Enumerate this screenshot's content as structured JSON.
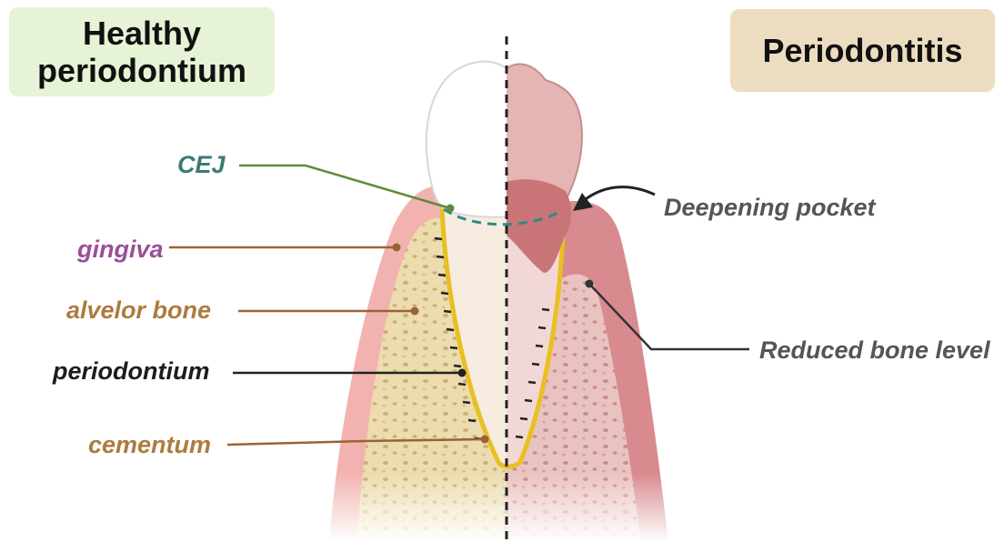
{
  "titles": {
    "left_line1": "Healthy",
    "left_line2": "periodontium",
    "right": "Periodontitis"
  },
  "labels": {
    "cej": "CEJ",
    "gingiva": "gingiva",
    "alveolar_bone": "alvelor bone",
    "periodontium": "periodontium",
    "cementum": "cementum",
    "deepening_pocket": "Deepening pocket",
    "reduced_bone_level": "Reduced bone level"
  },
  "colors": {
    "healthy_title_bg": "#e6f3d6",
    "periodontitis_title_bg": "#ecdcc0",
    "cej_line": "#2e8b86",
    "cementum": "#e8c020",
    "gingiva_healthy": "#f2b3b0",
    "gingiva_diseased": "#d98a8f",
    "bone": "#ecdcae",
    "tooth_enamel": "#ffffff"
  },
  "icons": [
    "dashed-midline",
    "tooth-illustration"
  ]
}
